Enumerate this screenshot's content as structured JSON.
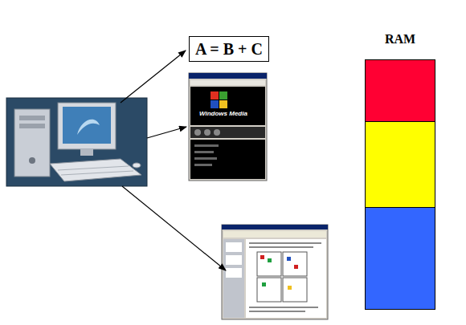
{
  "diagram": {
    "nodes": [
      {
        "text": [
          "A = B + C"
        ]
      },
      {
        "text": [
          "RAM"
        ]
      }
    ],
    "labels": [
      "Windows Media"
    ]
  }
}
